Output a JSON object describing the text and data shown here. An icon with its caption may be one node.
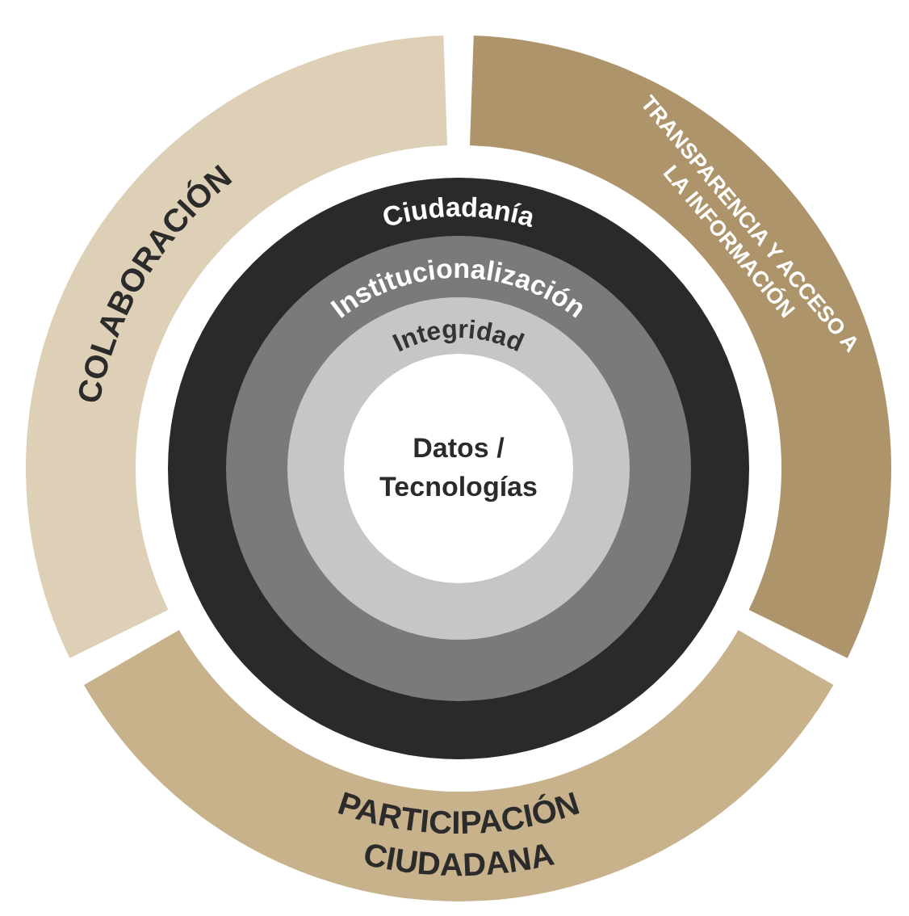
{
  "diagram": {
    "nodes": [
      {
        "text": [
          "COLABORACIÓN"
        ]
      },
      {
        "text": [
          "TRANSPARENCIA Y ACCESO A LA INFORMACIÓN"
        ]
      },
      {
        "text": [
          "Ciudadanía"
        ]
      },
      {
        "text": [
          "Institucionalización"
        ],
        "in": 2
      },
      {
        "text": [
          "Integridad"
        ],
        "in": 3
      },
      {
        "text": [
          "Datos / Tecnologías"
        ],
        "in": 4
      },
      {
        "text": [
          "PARTICIPACIÓN CIUDADANA"
        ]
      }
    ]
  }
}
